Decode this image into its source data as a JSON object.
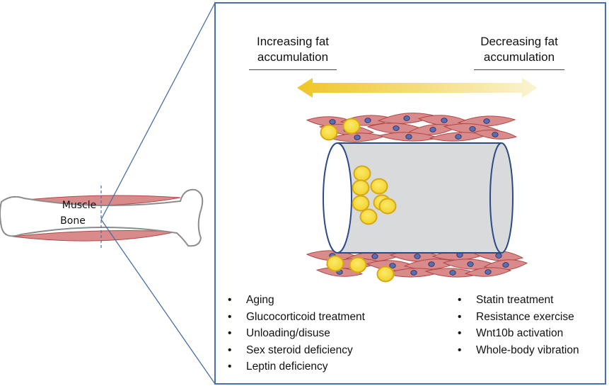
{
  "bone_labels": {
    "muscle": "Muscle",
    "bone": "Bone"
  },
  "headers": {
    "left": [
      "Increasing fat",
      "accumulation"
    ],
    "right": [
      "Decreasing fat",
      "accumulation"
    ]
  },
  "left_factors": [
    "Aging",
    "Glucocorticoid treatment",
    "Unloading/disuse",
    "Sex steroid deficiency",
    "Leptin deficiency"
  ],
  "right_factors": [
    "Statin treatment",
    "Resistance exercise",
    "Wnt10b activation",
    "Whole-body vibration"
  ],
  "bullet": "•",
  "colors": {
    "frame": "#4a6ea9",
    "muscle_fill": "#d98a8a",
    "muscle_stroke": "#b34747",
    "nucleus": "#5a6cb3",
    "fat_fill": "#f5dd3a",
    "fat_stroke": "#d6a818",
    "bone_fill": "#d9dadb",
    "arrow_dark": "#efc526",
    "arrow_light": "#faf4d2"
  }
}
